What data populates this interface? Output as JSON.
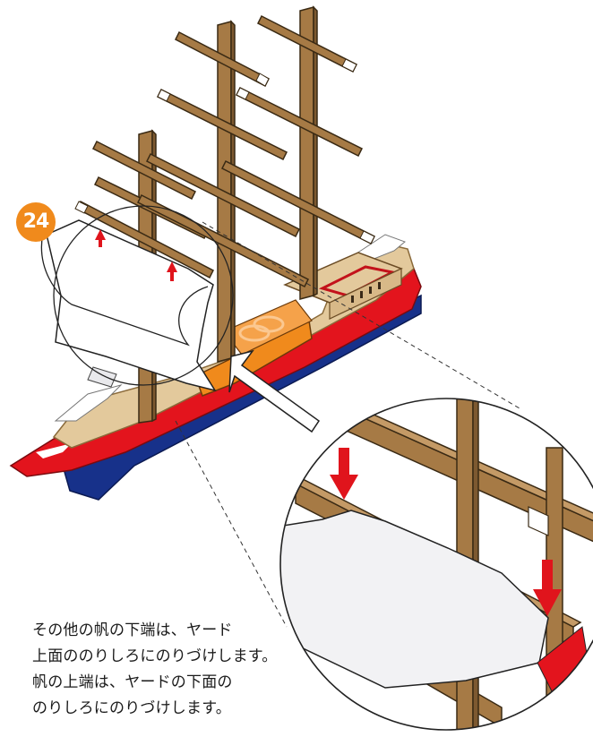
{
  "step": {
    "number": "24"
  },
  "instructions": {
    "lines": [
      "その他の帆の下端は、ヤード",
      "上面ののりしろにのりづけします。",
      "帆の上端は、ヤードの下面の",
      "のりしろにのりづけします。"
    ]
  },
  "colors": {
    "wood": "#a67a45",
    "wood_dark": "#6b4c25",
    "deck": "#e3c99c",
    "hull_red": "#e3141d",
    "hull_blue": "#17318a",
    "orange_panel": "#f08a1c",
    "arrow_red": "#e0141c",
    "sail": "#ffffff",
    "sail_shadow": "#e9e9ec"
  }
}
